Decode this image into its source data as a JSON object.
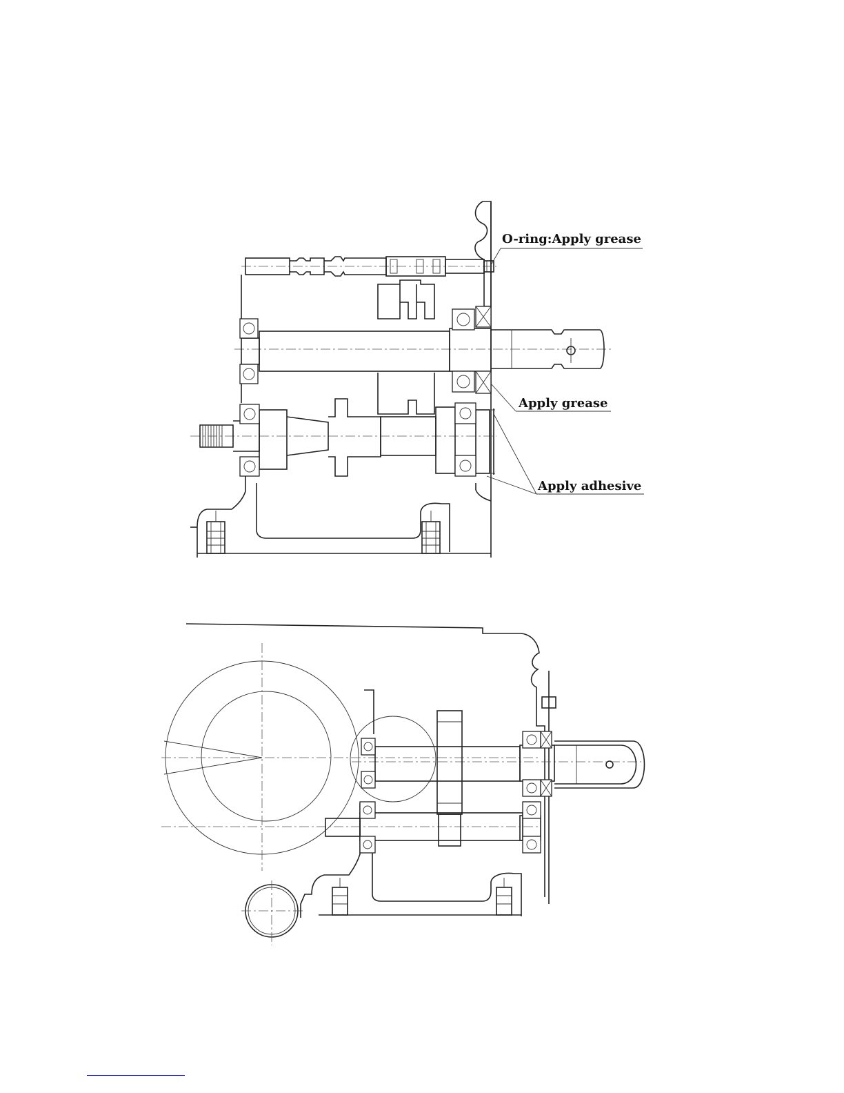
{
  "figure_top": {
    "callouts": [
      {
        "id": "oring",
        "text": "O-ring:Apply grease"
      },
      {
        "id": "grease",
        "text": "Apply  grease"
      },
      {
        "id": "adhesive",
        "text": "Apply  adhesive"
      }
    ]
  },
  "figure_bottom": {
    "callouts": []
  },
  "colors": {
    "line": "#222222",
    "footer_rule": "#1a1aa8"
  }
}
